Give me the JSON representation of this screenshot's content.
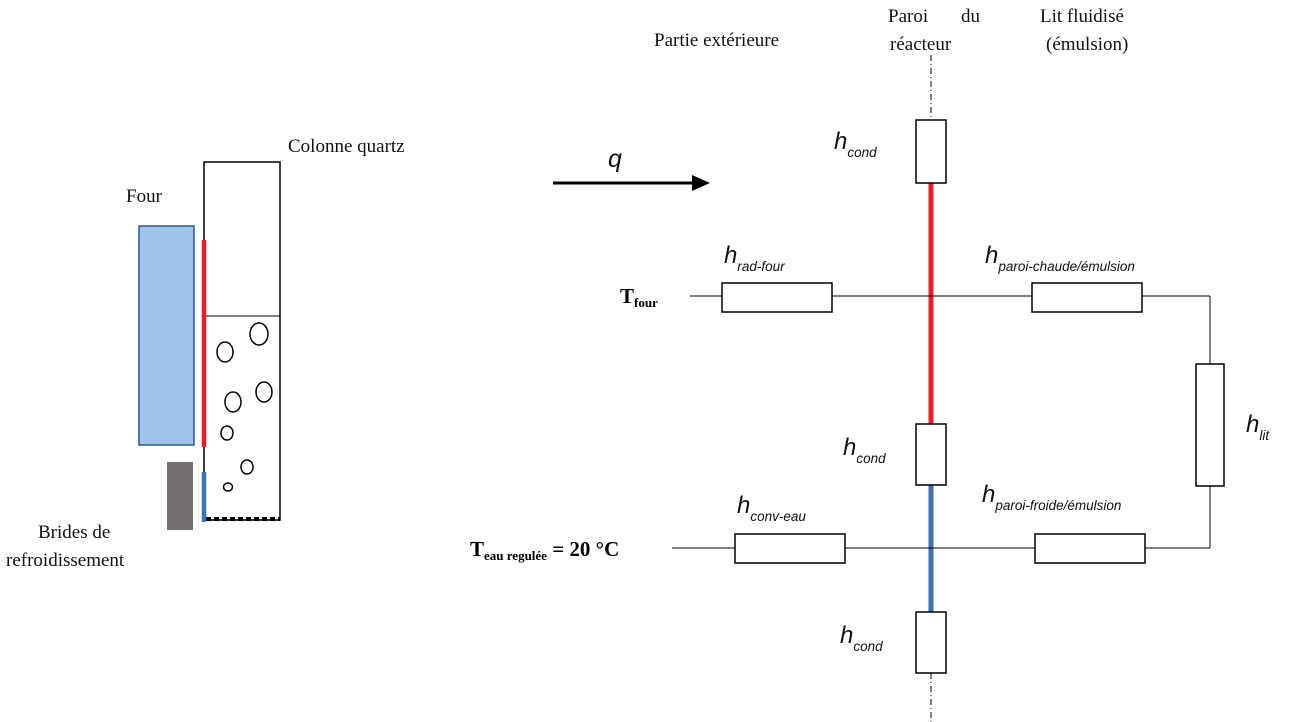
{
  "left": {
    "four": "Four",
    "colonne": "Colonne quartz",
    "brides_line1": "Brides de",
    "brides_line2": "refroidissement"
  },
  "flux": {
    "q": "q"
  },
  "headers": {
    "exterieure": "Partie extérieure",
    "paroi_line1": "Paroi",
    "paroi_du": "du",
    "paroi_line2": "réacteur",
    "lit_line1": "Lit fluidisé",
    "lit_line2": "(émulsion)"
  },
  "nodes": {
    "tfour_main": "T",
    "tfour_sub": "four",
    "teau_main": "T",
    "teau_sub": "eau regulée",
    "teau_value": " = 20 °C"
  },
  "resistances": {
    "hcond_top": {
      "h": "h",
      "sub": "cond"
    },
    "hrad": {
      "h": "h",
      "sub": "rad-four"
    },
    "hparoi_chaude": {
      "h": "h",
      "sub": "paroi-chaude/émulsion"
    },
    "hlit": {
      "h": "h",
      "sub": "lit"
    },
    "hcond_mid": {
      "h": "h",
      "sub": "cond"
    },
    "hconv": {
      "h": "h",
      "sub": "conv-eau"
    },
    "hparoi_froide": {
      "h": "h",
      "sub": "paroi-froide/émulsion"
    },
    "hcond_bot": {
      "h": "h",
      "sub": "cond"
    }
  },
  "colors": {
    "hot": "#ee1c24",
    "cold": "#3a73b6",
    "furnace": "#9dc3e6",
    "furnace_border": "#2f5597",
    "flange": "#767171"
  }
}
